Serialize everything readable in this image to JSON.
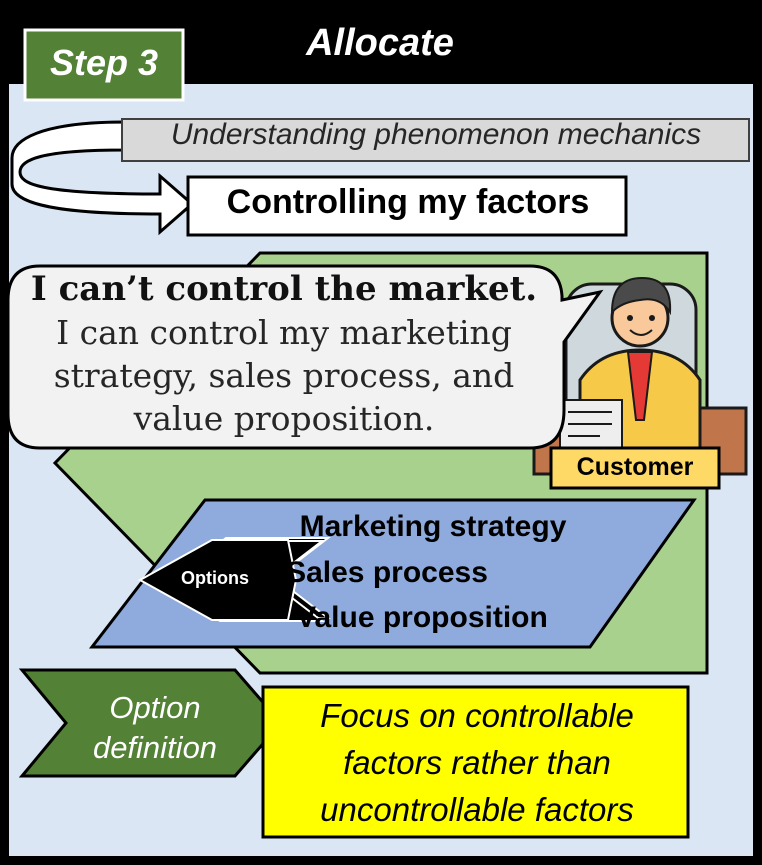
{
  "header": {
    "title": "Allocate",
    "step_label": "Step 3"
  },
  "cycle": {
    "top_label": "Understanding phenomenon mechanics",
    "bottom_label": "Controlling my factors"
  },
  "speech_bubble": {
    "line_bold": "I can’t control the market.",
    "lines": [
      "I can control my marketing",
      "strategy, sales process, and",
      "value proposition."
    ]
  },
  "customer_label": "Customer",
  "options": {
    "label": "Options",
    "items": [
      "Marketing strategy",
      "Sales process",
      "Value proposition"
    ]
  },
  "option_definition": {
    "label_lines": [
      "Option",
      "definition"
    ]
  },
  "focus_box": {
    "lines": [
      "Focus on controllable",
      "factors rather than",
      "uncontrollable factors"
    ]
  },
  "colors": {
    "frame": "#000000",
    "panel": "#dae6f3",
    "step_green": "#538135",
    "big_green": "#a9d18e",
    "blue_para": "#8faadc",
    "yellow_box": "#ffff00",
    "customer_box": "#ffd966",
    "grey_banner": "#d9d9d9"
  }
}
